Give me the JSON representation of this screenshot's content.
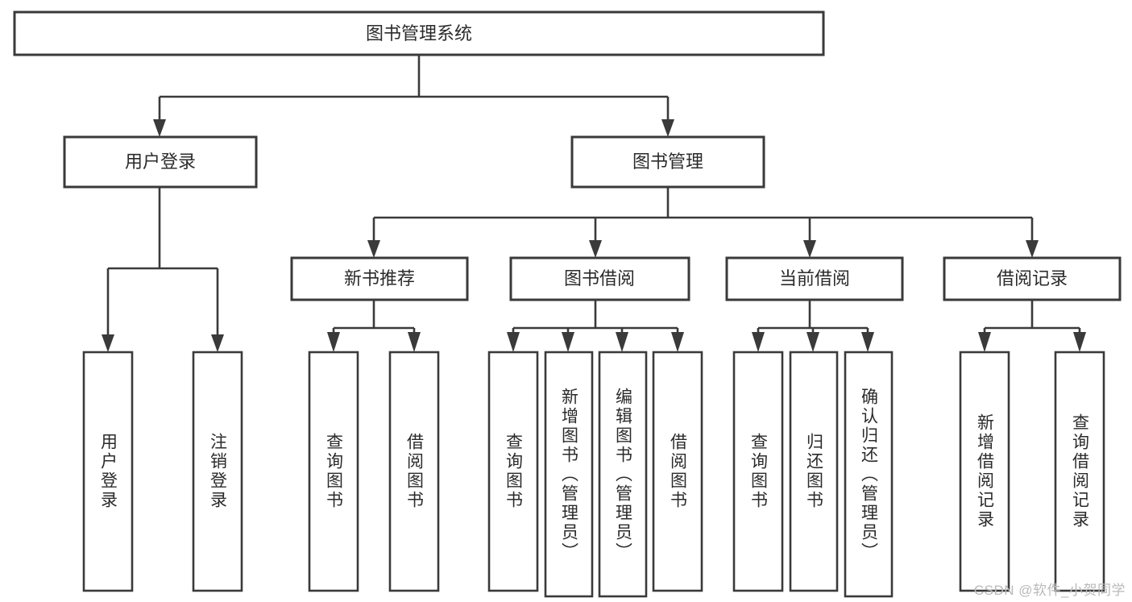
{
  "diagram": {
    "type": "tree-hierarchy",
    "title": "图书管理系统",
    "watermark": "CSDN @软件_小贺同学",
    "levels": {
      "root": {
        "label": "图书管理系统"
      },
      "level2": [
        {
          "id": "user-login",
          "label": "用户登录"
        },
        {
          "id": "book-management",
          "label": "图书管理"
        }
      ],
      "level3": [
        {
          "id": "new-book-recommend",
          "label": "新书推荐",
          "parent": "book-management"
        },
        {
          "id": "book-borrow",
          "label": "图书借阅",
          "parent": "book-management"
        },
        {
          "id": "current-borrow",
          "label": "当前借阅",
          "parent": "book-management"
        },
        {
          "id": "borrow-record",
          "label": "借阅记录",
          "parent": "book-management"
        }
      ],
      "leaves": [
        {
          "id": "leaf-user-login",
          "label": "用户登录",
          "parent": "user-login"
        },
        {
          "id": "leaf-logout-login",
          "label": "注销登录",
          "parent": "user-login"
        },
        {
          "id": "leaf-query-book-1",
          "label": "查询图书",
          "parent": "new-book-recommend"
        },
        {
          "id": "leaf-borrow-book-1",
          "label": "借阅图书",
          "parent": "new-book-recommend"
        },
        {
          "id": "leaf-query-book-2",
          "label": "查询图书",
          "parent": "book-borrow"
        },
        {
          "id": "leaf-add-book",
          "label": "新增图书（管理员）",
          "parent": "book-borrow"
        },
        {
          "id": "leaf-edit-book",
          "label": "编辑图书（管理员）",
          "parent": "book-borrow"
        },
        {
          "id": "leaf-borrow-book-2",
          "label": "借阅图书",
          "parent": "book-borrow"
        },
        {
          "id": "leaf-query-book-3",
          "label": "查询图书",
          "parent": "current-borrow"
        },
        {
          "id": "leaf-return-book",
          "label": "归还图书",
          "parent": "current-borrow"
        },
        {
          "id": "leaf-confirm-return",
          "label": "确认归还（管理员）",
          "parent": "current-borrow"
        },
        {
          "id": "leaf-add-record",
          "label": "新增借阅记录",
          "parent": "borrow-record"
        },
        {
          "id": "leaf-query-record",
          "label": "查询借阅记录",
          "parent": "borrow-record"
        }
      ]
    },
    "colors": {
      "stroke": "#3a3a3a",
      "fill": "#ffffff",
      "text": "#2b2b2b",
      "watermark": "#b9b9b9"
    }
  }
}
